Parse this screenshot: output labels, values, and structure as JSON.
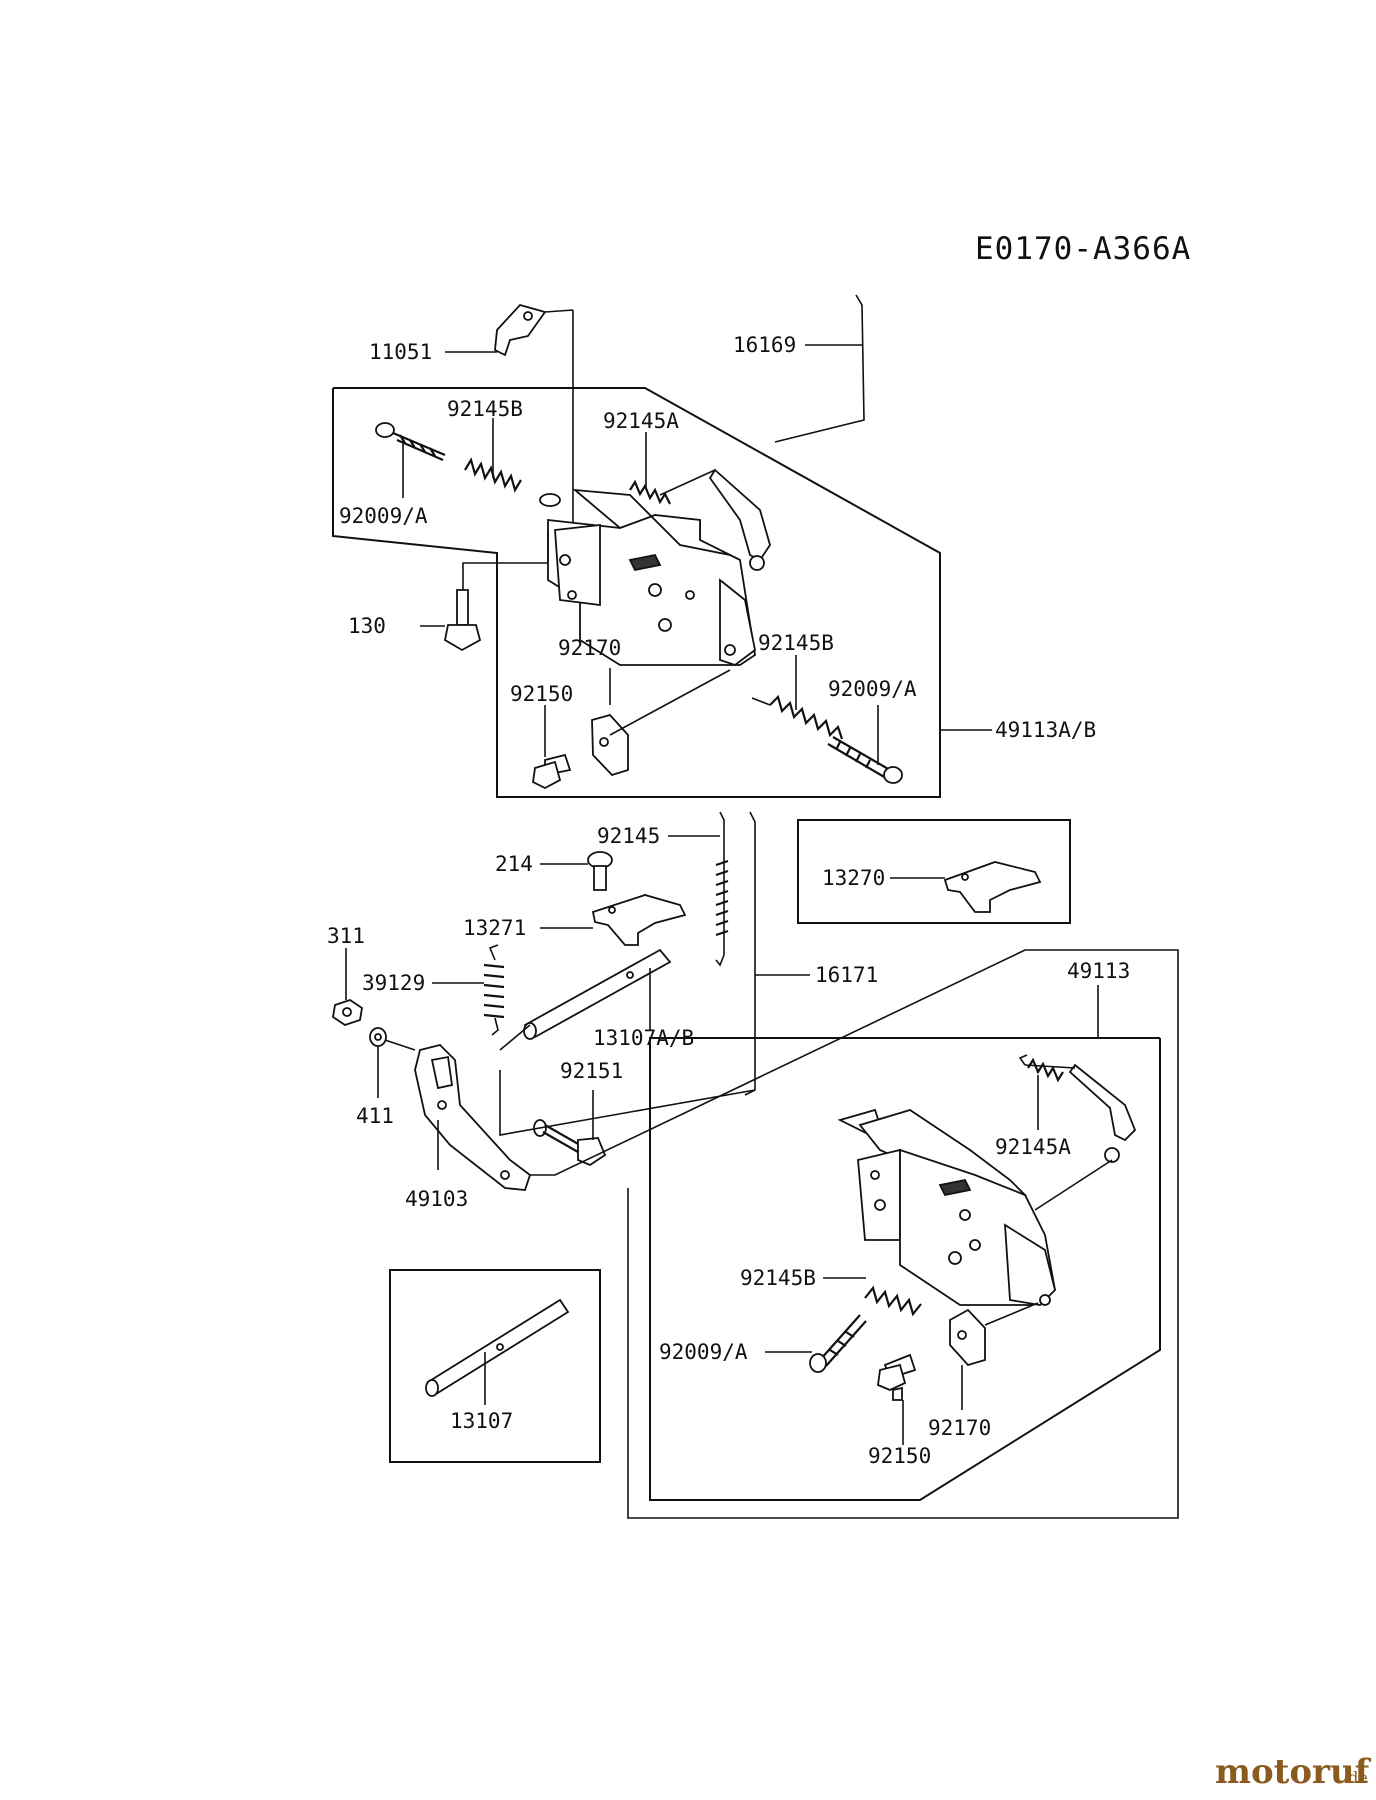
{
  "diagram_code": "E0170-A366A",
  "watermark": {
    "brand": "motoruf",
    "tld": ".de"
  },
  "labels": {
    "p11051": "11051",
    "p16169": "16169",
    "p92145B_top": "92145B",
    "p92145A_top": "92145A",
    "p92009A_top": "92009/A",
    "p130": "130",
    "p92170_top": "92170",
    "p92145B_mid": "92145B",
    "p92150_top": "92150",
    "p92009A_mid": "92009/A",
    "p49113AB": "49113A/B",
    "p92145": "92145",
    "p214": "214",
    "p13270": "13270",
    "p311": "311",
    "p13271": "13271",
    "p39129": "39129",
    "p16171": "16171",
    "p49113": "49113",
    "p13107AB": "13107A/B",
    "p92151": "92151",
    "p411": "411",
    "p92145A_bot": "92145A",
    "p49103": "49103",
    "p92145B_bot": "92145B",
    "p92009A_bot": "92009/A",
    "p92170_bot": "92170",
    "p92150_bot": "92150",
    "p13107": "13107"
  }
}
